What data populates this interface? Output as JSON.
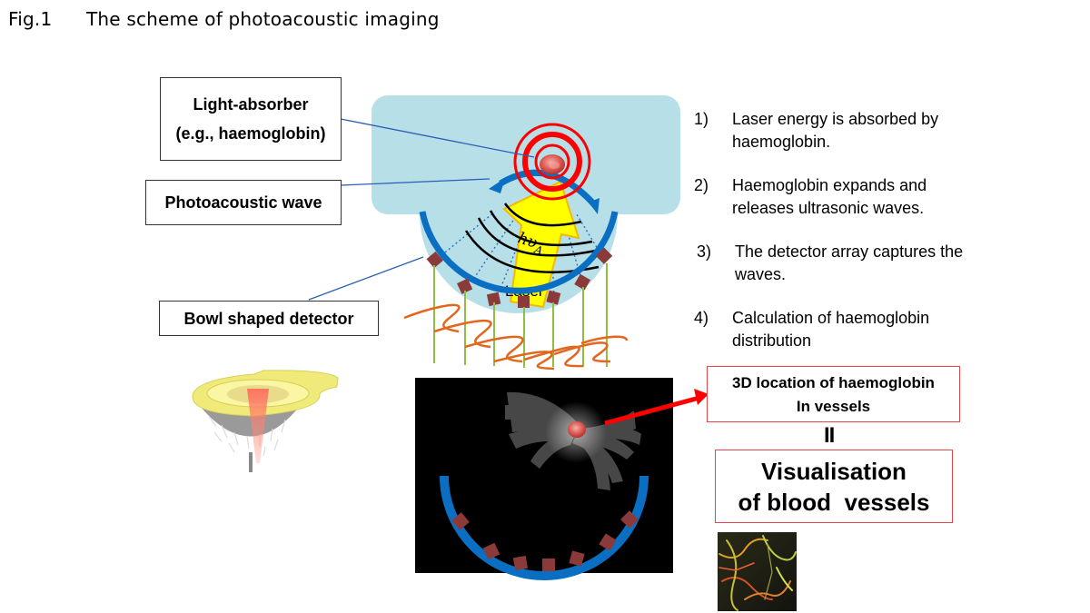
{
  "figure": {
    "number": "Fig.1",
    "title": "The scheme of photoacoustic imaging"
  },
  "labels": {
    "light_absorber_line1": "Light-absorber",
    "light_absorber_line2": "(e.g., haemoglobin)",
    "photoacoustic_wave": "Photoacoustic wave",
    "bowl_detector": "Bowl shaped detector",
    "laser": "Laser",
    "photon_energy": "hυ",
    "photon_subscript": "A"
  },
  "steps": [
    {
      "num": "1)",
      "text": "Laser energy is absorbed by haemoglobin."
    },
    {
      "num": "2)",
      "text": "Haemoglobin expands and releases ultrasonic waves."
    },
    {
      "num": "3)",
      "text": "The detector array captures the waves."
    },
    {
      "num": "4)",
      "text": "Calculation of haemoglobin distribution"
    }
  ],
  "results": {
    "location_line1": "3D location of haemoglobin",
    "location_line2": "In vessels",
    "equals_sign": "II",
    "visualisation_line1": "Visualisation",
    "visualisation_line2": "of blood  vessels"
  },
  "colors": {
    "tissue": "#b7dfe8",
    "detector_bowl": "#0a6fc2",
    "detector_element": "#8b3a3a",
    "ring_red": "#ff0000",
    "laser_yellow": "#ffff00",
    "laser_border": "#f5b800",
    "wire_green": "#8fbf3f",
    "signal_orange": "#e2661e",
    "box_red": "#e8454a"
  }
}
